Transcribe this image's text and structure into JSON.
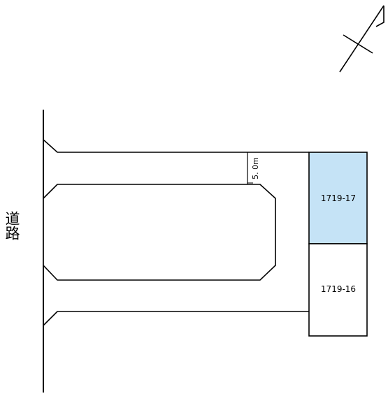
{
  "road": {
    "label": "道路"
  },
  "passage": {
    "width_label": "5. 0m"
  },
  "lots": [
    {
      "id": "1719-17",
      "label": "1719-17",
      "highlighted": true
    },
    {
      "id": "1719-16",
      "label": "1719-16",
      "highlighted": false
    }
  ],
  "colors": {
    "highlight_fill": "#c5e3f6",
    "line": "#000000",
    "background": "#ffffff"
  },
  "north_arrow": {
    "icon": "north-arrow-icon"
  }
}
